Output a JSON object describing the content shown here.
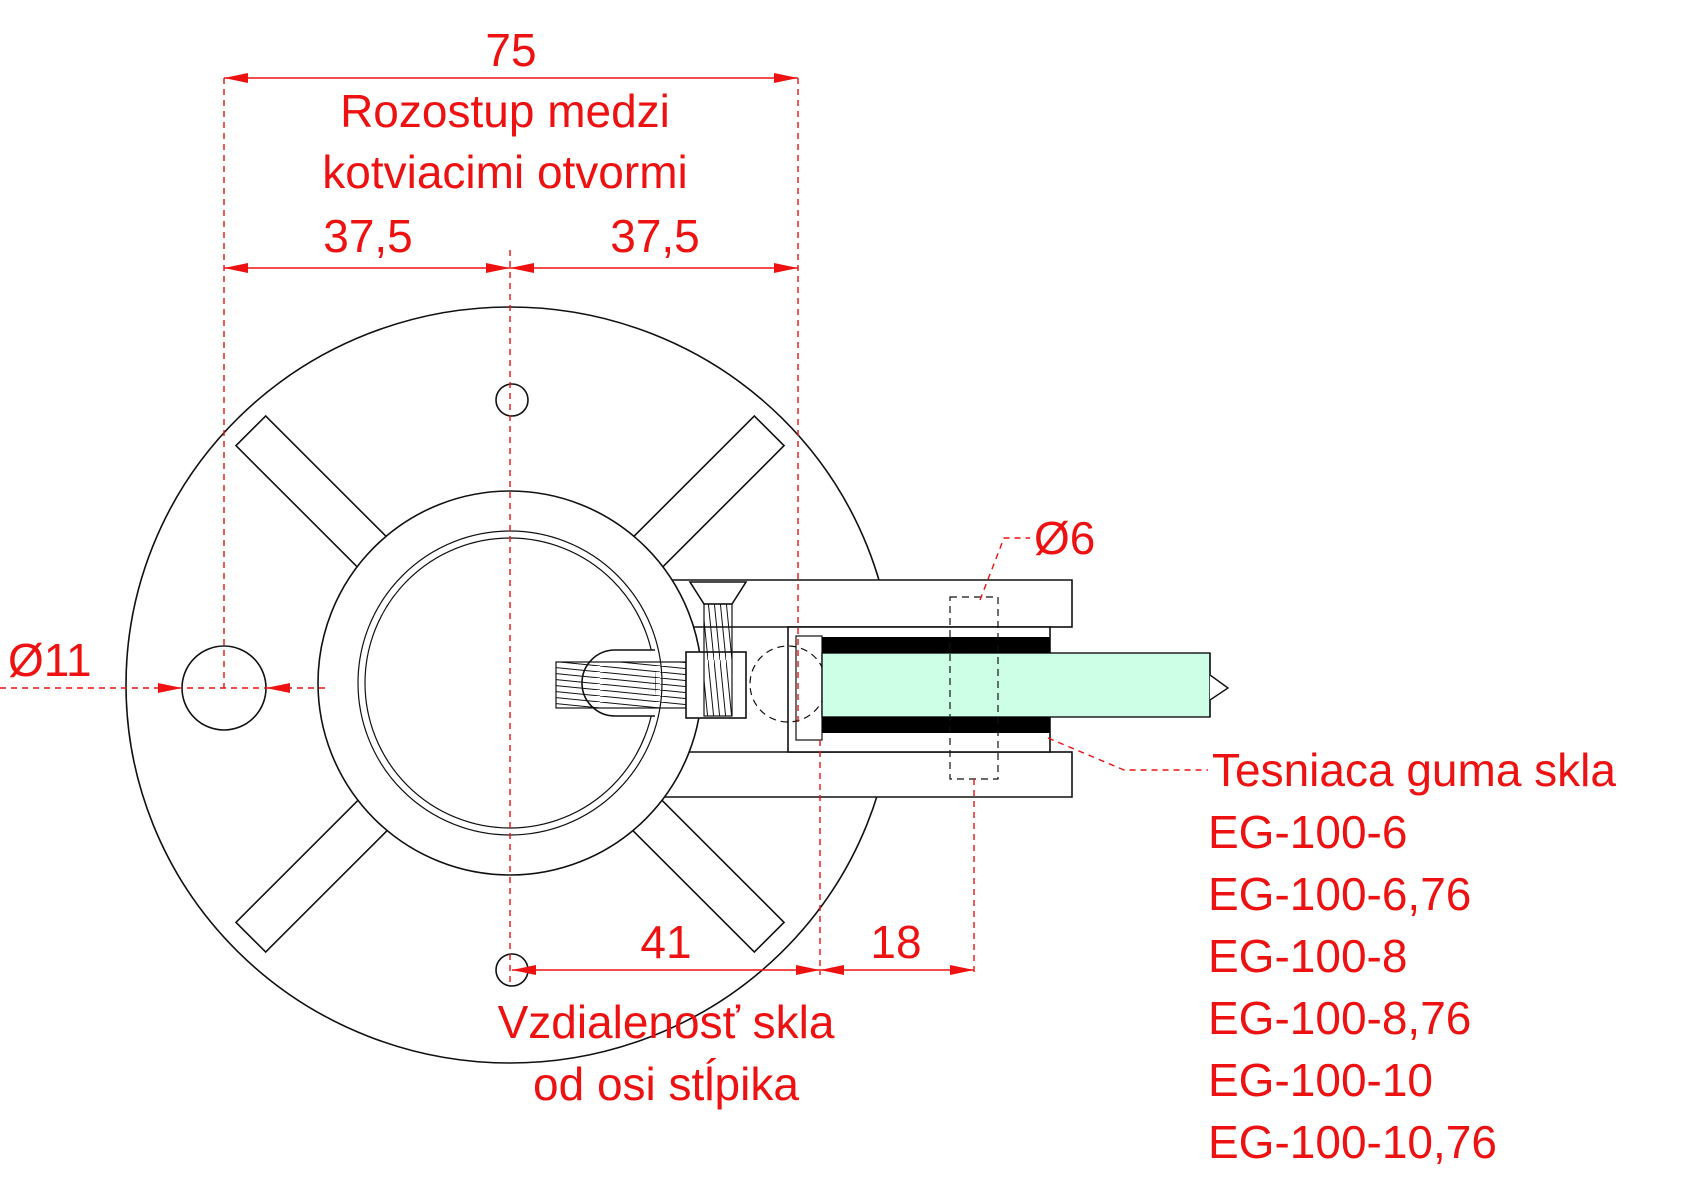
{
  "colors": {
    "dimension": "#ee1111",
    "outline": "#111111",
    "glass": "#ccffe6",
    "gasket": "#000000"
  },
  "dimensions": {
    "anchor_spacing_total": "75",
    "anchor_spacing_label_line1": "Rozostup medzi",
    "anchor_spacing_label_line2": "kotviacimi otvormi",
    "half_left": "37,5",
    "half_right": "37,5",
    "anchor_hole_diameter": "Ø11",
    "bolt_diameter": "Ø6",
    "glass_distance": "41",
    "clamp_depth": "18",
    "glass_distance_label_line1": "Vzdialenosť skla",
    "glass_distance_label_line2": "od osi stĺpika"
  },
  "gasket": {
    "title": "Tesniaca guma skla",
    "codes": [
      "EG-100-6",
      "EG-100-6,76",
      "EG-100-8",
      "EG-100-8,76",
      "EG-100-10",
      "EG-100-10,76"
    ]
  }
}
